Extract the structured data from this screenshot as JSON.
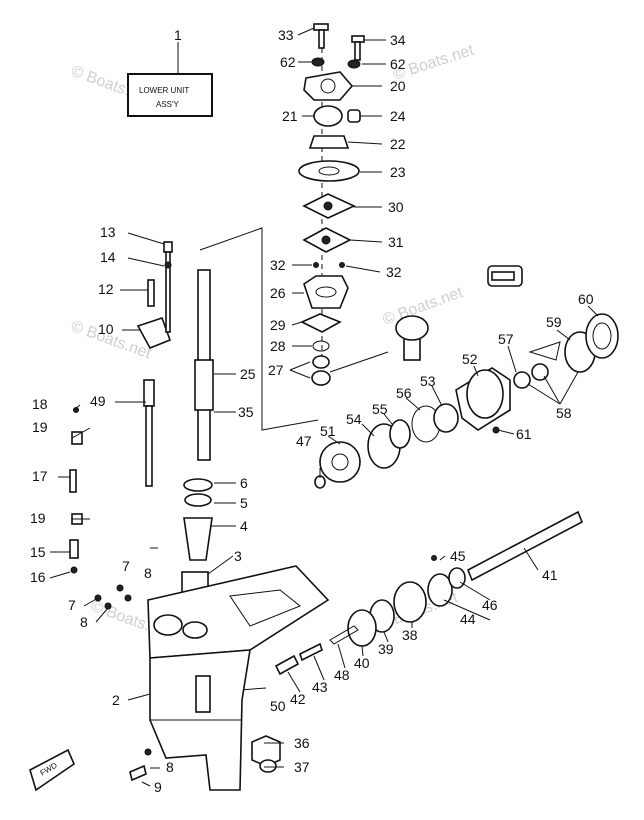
{
  "box_label": {
    "line1": "LOWER UNIT",
    "line2": "ASS'Y"
  },
  "fwd_label": "FWD",
  "watermark": "© Boats.net",
  "callouts": {
    "c1": "1",
    "c2": "2",
    "c3": "3",
    "c4": "4",
    "c5": "5",
    "c6": "6",
    "c7a": "7",
    "c7b": "7",
    "c8a": "8",
    "c8b": "8",
    "c8c": "8",
    "c9": "9",
    "c10": "10",
    "c12": "12",
    "c13": "13",
    "c14": "14",
    "c15": "15",
    "c16": "16",
    "c17": "17",
    "c18": "18",
    "c19a": "19",
    "c19b": "19",
    "c20": "20",
    "c21": "21",
    "c22": "22",
    "c23": "23",
    "c24": "24",
    "c25": "25",
    "c26": "26",
    "c27": "27",
    "c28": "28",
    "c29": "29",
    "c30": "30",
    "c31": "31",
    "c32a": "32",
    "c32b": "32",
    "c33": "33",
    "c34": "34",
    "c35": "35",
    "c36": "36",
    "c37": "37",
    "c38": "38",
    "c39": "39",
    "c40": "40",
    "c41": "41",
    "c42": "42",
    "c43": "43",
    "c44": "44",
    "c45": "45",
    "c46": "46",
    "c47": "47",
    "c48": "48",
    "c49": "49",
    "c50": "50",
    "c51": "51",
    "c52": "52",
    "c53": "53",
    "c54": "54",
    "c55": "55",
    "c56": "56",
    "c57": "57",
    "c58": "58",
    "c59": "59",
    "c60": "60",
    "c61": "61",
    "c62a": "62",
    "c62b": "62"
  }
}
